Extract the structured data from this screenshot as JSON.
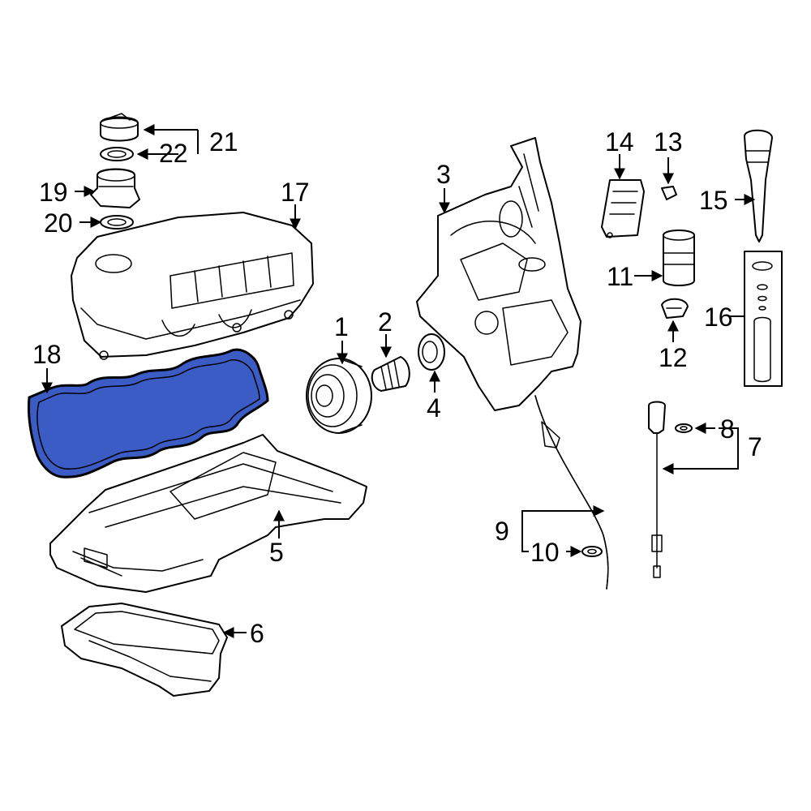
{
  "colors": {
    "highlight": "#3b5cc4",
    "line": "#000000",
    "background": "#ffffff"
  },
  "callouts": {
    "c1": "1",
    "c2": "2",
    "c3": "3",
    "c4": "4",
    "c5": "5",
    "c6": "6",
    "c7": "7",
    "c8": "8",
    "c9": "9",
    "c10": "10",
    "c11": "11",
    "c12": "12",
    "c13": "13",
    "c14": "14",
    "c15": "15",
    "c16": "16",
    "c17": "17",
    "c18": "18",
    "c19": "19",
    "c20": "20",
    "c21": "21",
    "c22": "22"
  },
  "highlighted_part": "18"
}
